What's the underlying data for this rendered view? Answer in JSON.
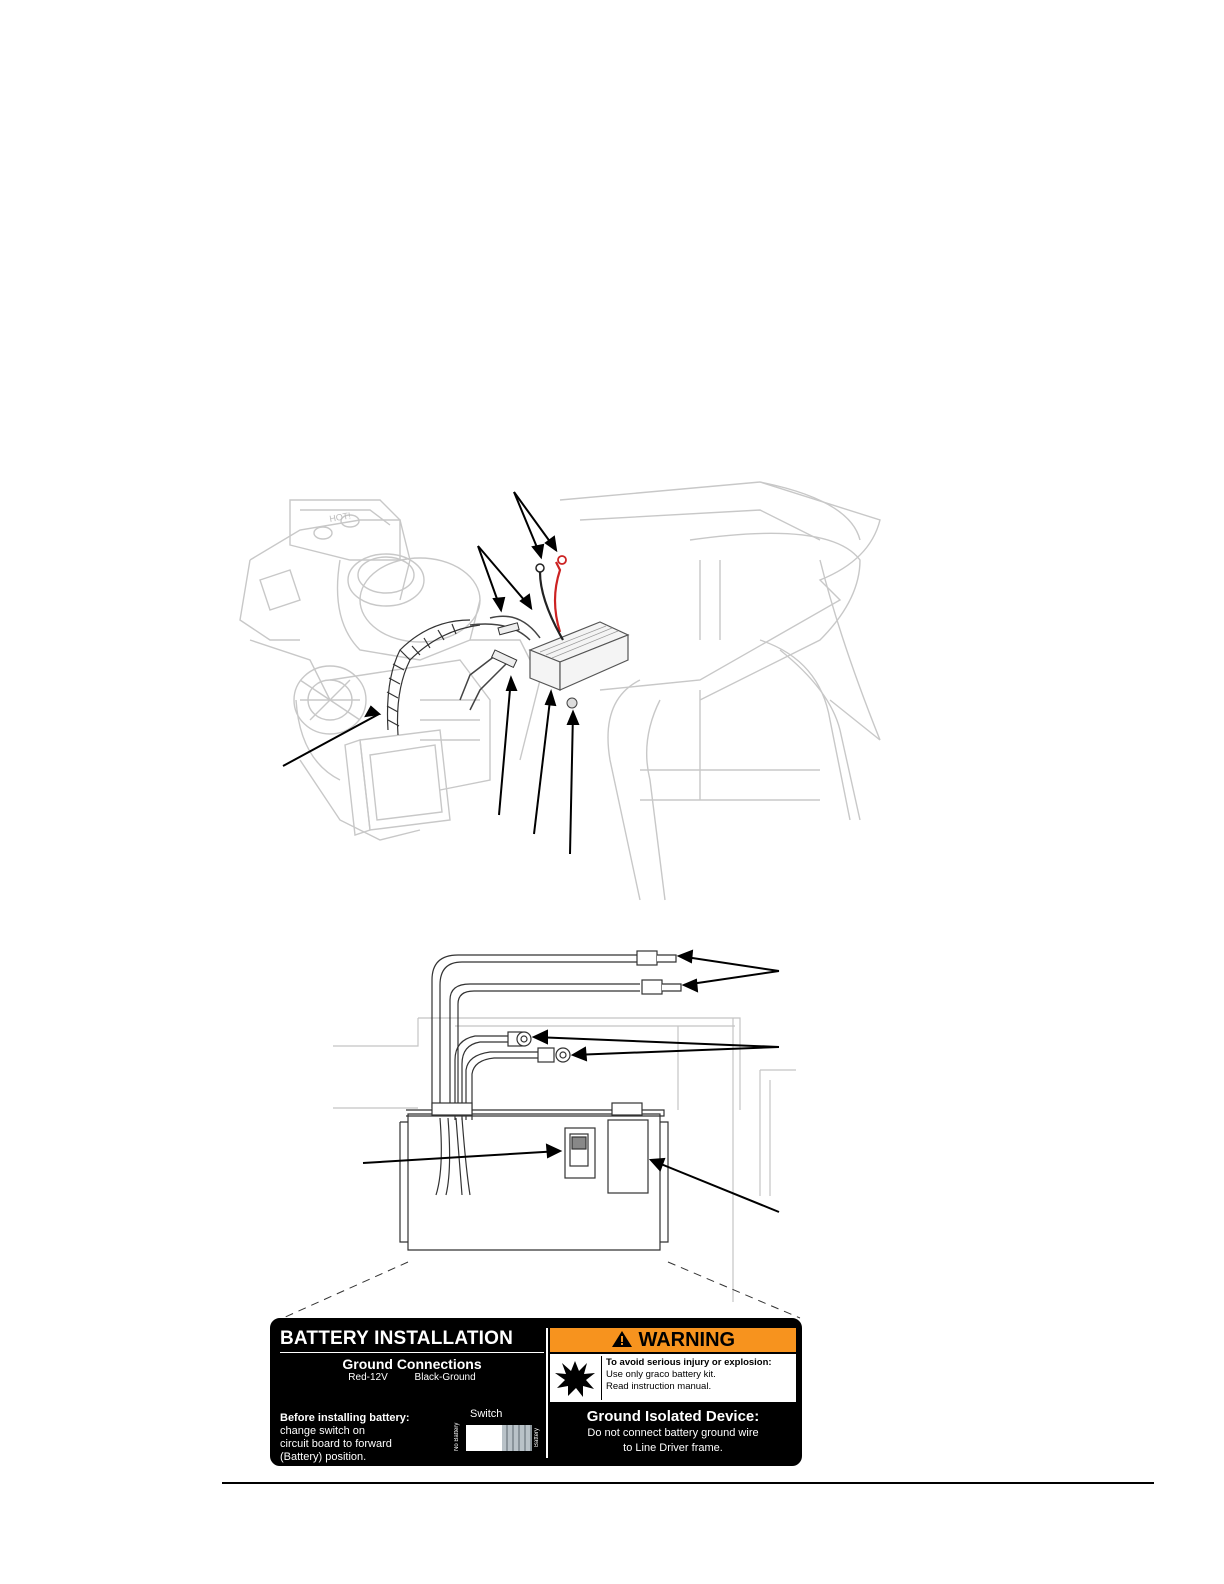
{
  "battery_label": {
    "title": "BATTERY INSTALLATION",
    "ground_connections": "Ground Connections",
    "wire_red": "Red-12V",
    "wire_black": "Black-Ground",
    "before_installing": "Before installing battery:",
    "instruction_lines": [
      "change switch on",
      "circuit board to forward",
      "(Battery) position."
    ],
    "switch_label": "Switch",
    "switch_no_battery": "No Battery",
    "switch_battery": "Battery",
    "warning_title": "WARNING",
    "warning_line1": "To avoid serious injury or explosion:",
    "warning_line2": "Use only graco battery kit.",
    "warning_line3": "Read instruction manual.",
    "ground_isolated_title": "Ground Isolated Device:",
    "ground_isolated_line1": "Do not connect battery ground wire",
    "ground_isolated_line2": "to Line Driver frame.",
    "warning_color": "#f7931e"
  },
  "engine_decal": "HOT!"
}
